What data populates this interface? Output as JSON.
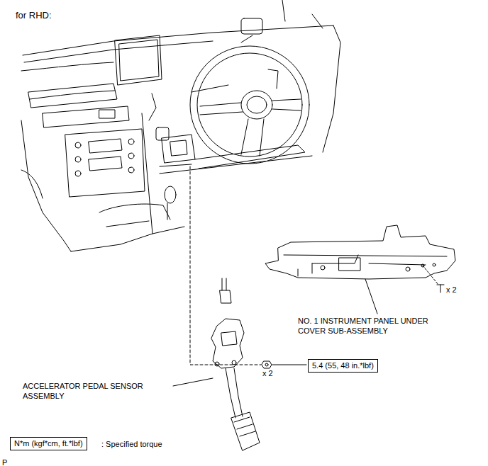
{
  "diagram": {
    "nodes": [
      {
        "text": [
          "5.4 (55, 48 in.*lbf)"
        ]
      },
      {
        "text": [
          "N*m (kgf*cm, ft.*lbf)"
        ]
      }
    ],
    "labels": [
      "for RHD:",
      "NO. 1 INSTRUMENT PANEL UNDER COVER SUB-ASSEMBLY",
      "x 2",
      "x 2",
      "ACCELERATOR PEDAL SENSOR ASSEMBLY",
      ": Specified torque",
      "P"
    ]
  }
}
